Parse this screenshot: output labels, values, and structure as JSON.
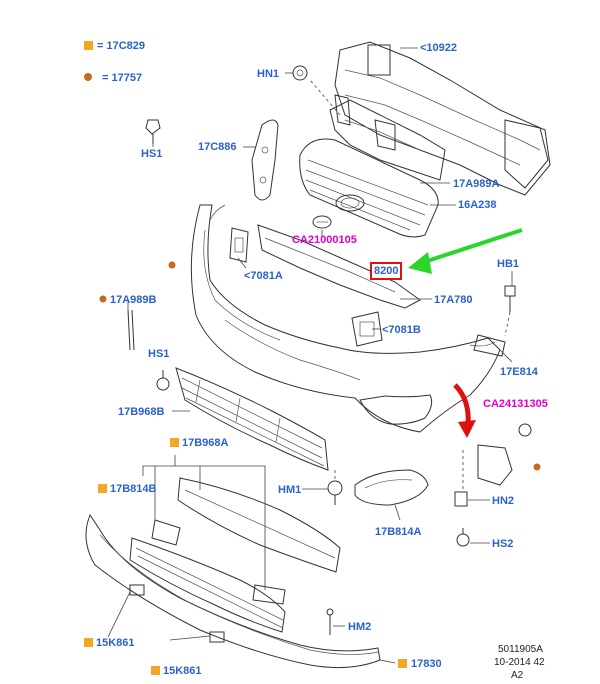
{
  "legend": {
    "square_label": "= 17C829",
    "dot_label": "= 17757"
  },
  "colors": {
    "label_blue": "#2a62c9",
    "label_magenta": "#e000c8",
    "marker_orange": "#f5a623",
    "marker_brown": "#c46a1e",
    "arrow_green": "#2bd62b",
    "arrow_red": "#e01010",
    "highlight_box": "#e01010"
  },
  "labels": {
    "p10922": "<10922",
    "hn1": "HN1",
    "hs1_top": "HS1",
    "p17c886": "17C886",
    "p17a989a": "17A989A",
    "p16a238": "16A238",
    "ca21000105": "CA21000105",
    "p8200": "8200",
    "p7081a": "<7081A",
    "p17a780": "17A780",
    "p17a989b": "17A989B",
    "hb1": "HB1",
    "p7081b": "<7081B",
    "hs1_mid": "HS1",
    "p17e814": "17E814",
    "ca24131305": "CA24131305",
    "p17b968b": "17B968B",
    "p17b968a": "17B968A",
    "p17b814b": "17B814B",
    "hm1": "HM1",
    "hn2": "HN2",
    "p17b814a": "17B814A",
    "hs2": "HS2",
    "p15k861_left": "15K861",
    "hm2": "HM2",
    "p15k861_bottom": "15K861",
    "p17830": "17830"
  },
  "footer": {
    "code": "5011905A",
    "date": "10-2014 42",
    "rev": "A2"
  }
}
